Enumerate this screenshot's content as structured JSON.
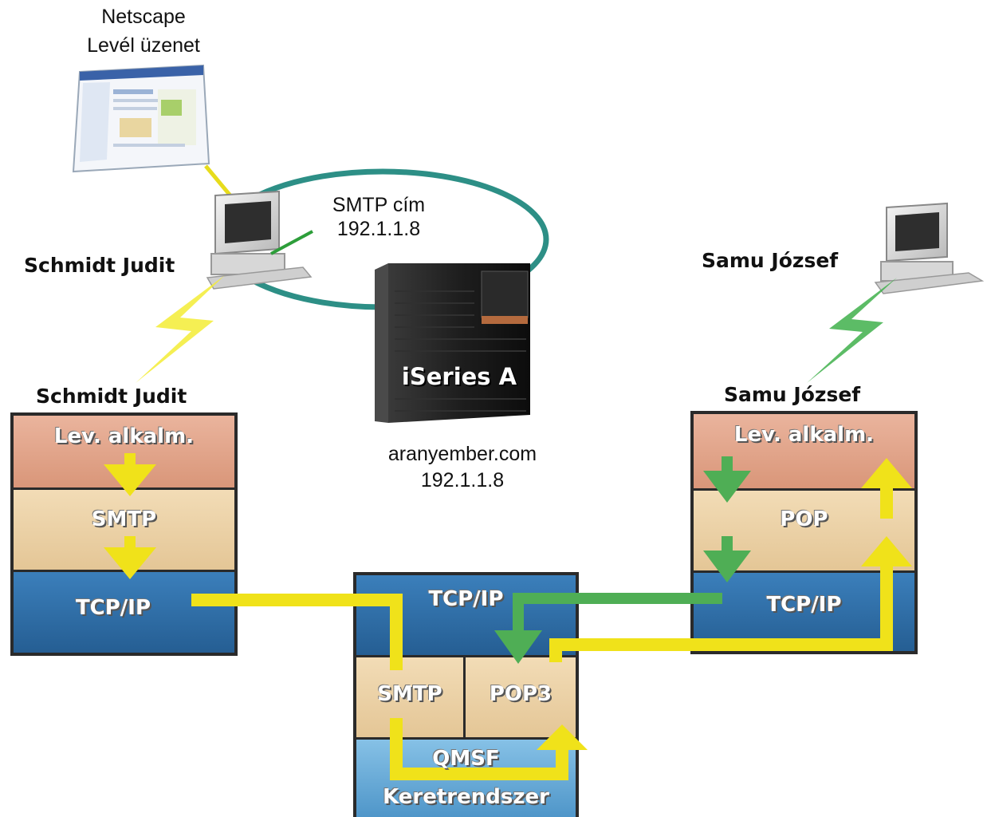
{
  "client_pc": {
    "app_caption_line1": "Netscape",
    "app_caption_line2": "Levél üzenet",
    "user_label": "Schmidt Judit",
    "smtp_address_line1": "SMTP cím",
    "smtp_address_line2": "192.1.1.8"
  },
  "server": {
    "name": "iSeries A",
    "domain": "aranyember.com",
    "ip": "192.1.1.8"
  },
  "remote_pc": {
    "user_label": "Samu József"
  },
  "stack_left": {
    "title": "Schmidt Judit",
    "layers": [
      "Lev. alkalm.",
      "SMTP",
      "TCP/IP"
    ]
  },
  "stack_center": {
    "layers": [
      "TCP/IP",
      "SMTP",
      "POP3",
      "QMSF",
      "Keretrendszer"
    ]
  },
  "stack_right": {
    "title": "Samu József",
    "layers": [
      "Lev. alkalm.",
      "POP",
      "TCP/IP"
    ]
  },
  "colors": {
    "mail_app_layer": "#e4a58a",
    "protocol_layer": "#ecd3a8",
    "tcpip_layer": "#2f6fa8",
    "framework_layer": "#6fb0dc",
    "send_arrow": "#f0e21a",
    "receive_arrow": "#4fae55",
    "network_ring": "#2d8f86"
  }
}
